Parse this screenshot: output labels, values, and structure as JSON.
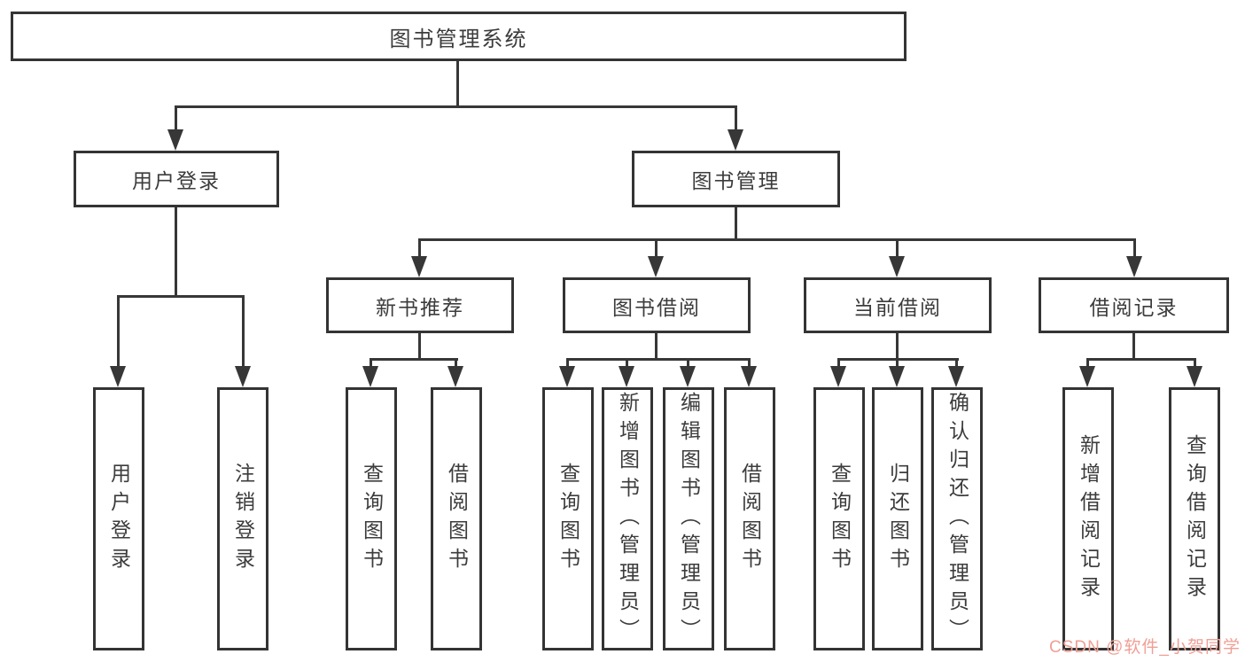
{
  "tree": {
    "root": {
      "label": "图书管理系统"
    },
    "branches": [
      {
        "label": "用户登录",
        "children": [
          {
            "label": "用户登录"
          },
          {
            "label": "注销登录"
          }
        ]
      },
      {
        "label": "图书管理",
        "children": [
          {
            "label": "新书推荐",
            "children": [
              {
                "label": "查询图书"
              },
              {
                "label": "借阅图书"
              }
            ]
          },
          {
            "label": "图书借阅",
            "children": [
              {
                "label": "查询图书"
              },
              {
                "label": "新增图书（管理员）"
              },
              {
                "label": "编辑图书（管理员）"
              },
              {
                "label": "借阅图书"
              }
            ]
          },
          {
            "label": "当前借阅",
            "children": [
              {
                "label": "查询图书"
              },
              {
                "label": "归还图书"
              },
              {
                "label": "确认归还（管理员）"
              }
            ]
          },
          {
            "label": "借阅记录",
            "children": [
              {
                "label": "新增借阅记录"
              },
              {
                "label": "查询借阅记录"
              }
            ]
          }
        ]
      }
    ]
  },
  "watermark": {
    "text": "CSDN @软件_小贺同学"
  },
  "colors": {
    "background": "#ffffff",
    "box_border": "#343434",
    "connector_line": "#373737",
    "text": "#3c3c3c",
    "watermark": "#ef9f96"
  }
}
